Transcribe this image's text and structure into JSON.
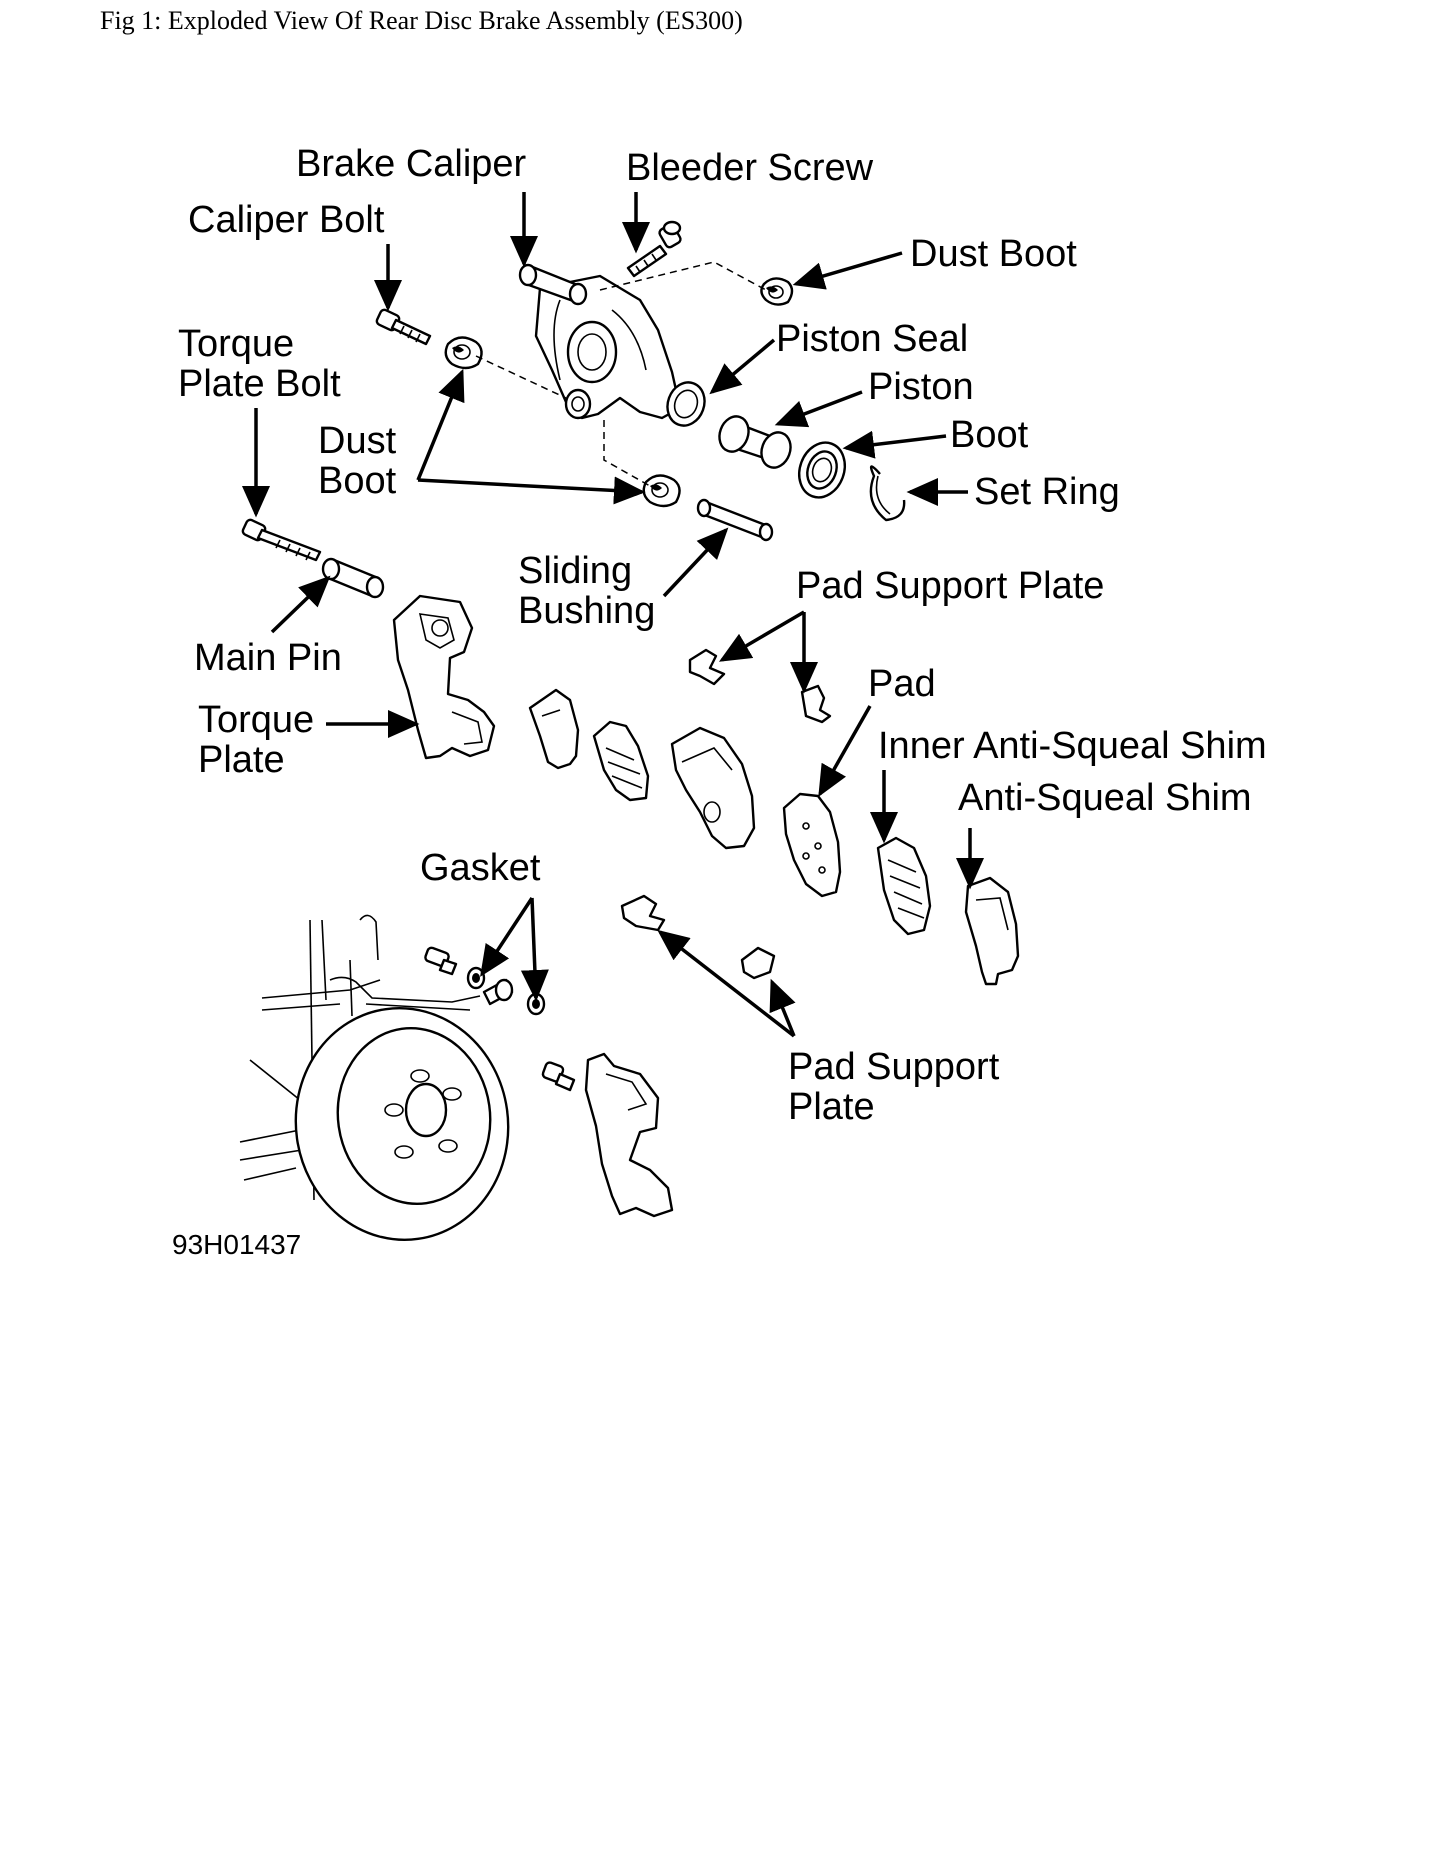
{
  "figure": {
    "title": "Fig 1: Exploded View Of Rear Disc Brake Assembly (ES300)",
    "code": "93H01437"
  },
  "labels": {
    "brake_caliper": "Brake Caliper",
    "bleeder_screw": "Bleeder Screw",
    "caliper_bolt": "Caliper Bolt",
    "dust_boot_top": "Dust Boot",
    "torque_plate_bolt_1": "Torque",
    "torque_plate_bolt_2": "Plate Bolt",
    "piston_seal": "Piston Seal",
    "piston": "Piston",
    "dust_boot_left_1": "Dust",
    "dust_boot_left_2": "Boot",
    "boot": "Boot",
    "set_ring": "Set Ring",
    "sliding_bushing_1": "Sliding",
    "sliding_bushing_2": "Bushing",
    "pad_support_plate_top": "Pad Support Plate",
    "main_pin": "Main Pin",
    "pad": "Pad",
    "torque_plate_1": "Torque",
    "torque_plate_2": "Plate",
    "inner_anti_squeal_shim": "Inner Anti-Squeal Shim",
    "anti_squeal_shim": "Anti-Squeal Shim",
    "gasket": "Gasket",
    "pad_support_plate_bottom_1": "Pad Support",
    "pad_support_plate_bottom_2": "Plate"
  }
}
